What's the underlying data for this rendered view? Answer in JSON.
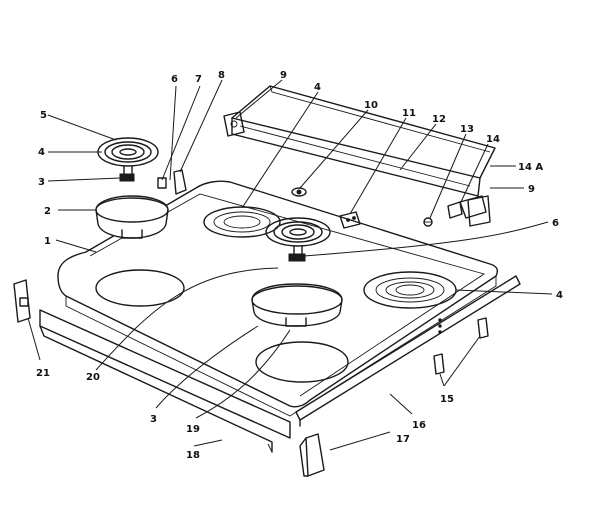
{
  "callouts": [
    {
      "id": "5",
      "text": "5"
    },
    {
      "id": "4a",
      "text": "4"
    },
    {
      "id": "3a",
      "text": "3"
    },
    {
      "id": "6a",
      "text": "6"
    },
    {
      "id": "7",
      "text": "7"
    },
    {
      "id": "8",
      "text": "8"
    },
    {
      "id": "9a",
      "text": "9"
    },
    {
      "id": "4b",
      "text": "4"
    },
    {
      "id": "10",
      "text": "10"
    },
    {
      "id": "11",
      "text": "11"
    },
    {
      "id": "12",
      "text": "12"
    },
    {
      "id": "13",
      "text": "13"
    },
    {
      "id": "14",
      "text": "14"
    },
    {
      "id": "14A",
      "text": "14 A"
    },
    {
      "id": "9b",
      "text": "9"
    },
    {
      "id": "2",
      "text": "2"
    },
    {
      "id": "1",
      "text": "1"
    },
    {
      "id": "6b",
      "text": "6"
    },
    {
      "id": "4c",
      "text": "4"
    },
    {
      "id": "21",
      "text": "21"
    },
    {
      "id": "20",
      "text": "20"
    },
    {
      "id": "3b",
      "text": "3"
    },
    {
      "id": "19",
      "text": "19"
    },
    {
      "id": "18",
      "text": "18"
    },
    {
      "id": "16",
      "text": "16"
    },
    {
      "id": "15",
      "text": "15"
    },
    {
      "id": "17",
      "text": "17"
    }
  ]
}
